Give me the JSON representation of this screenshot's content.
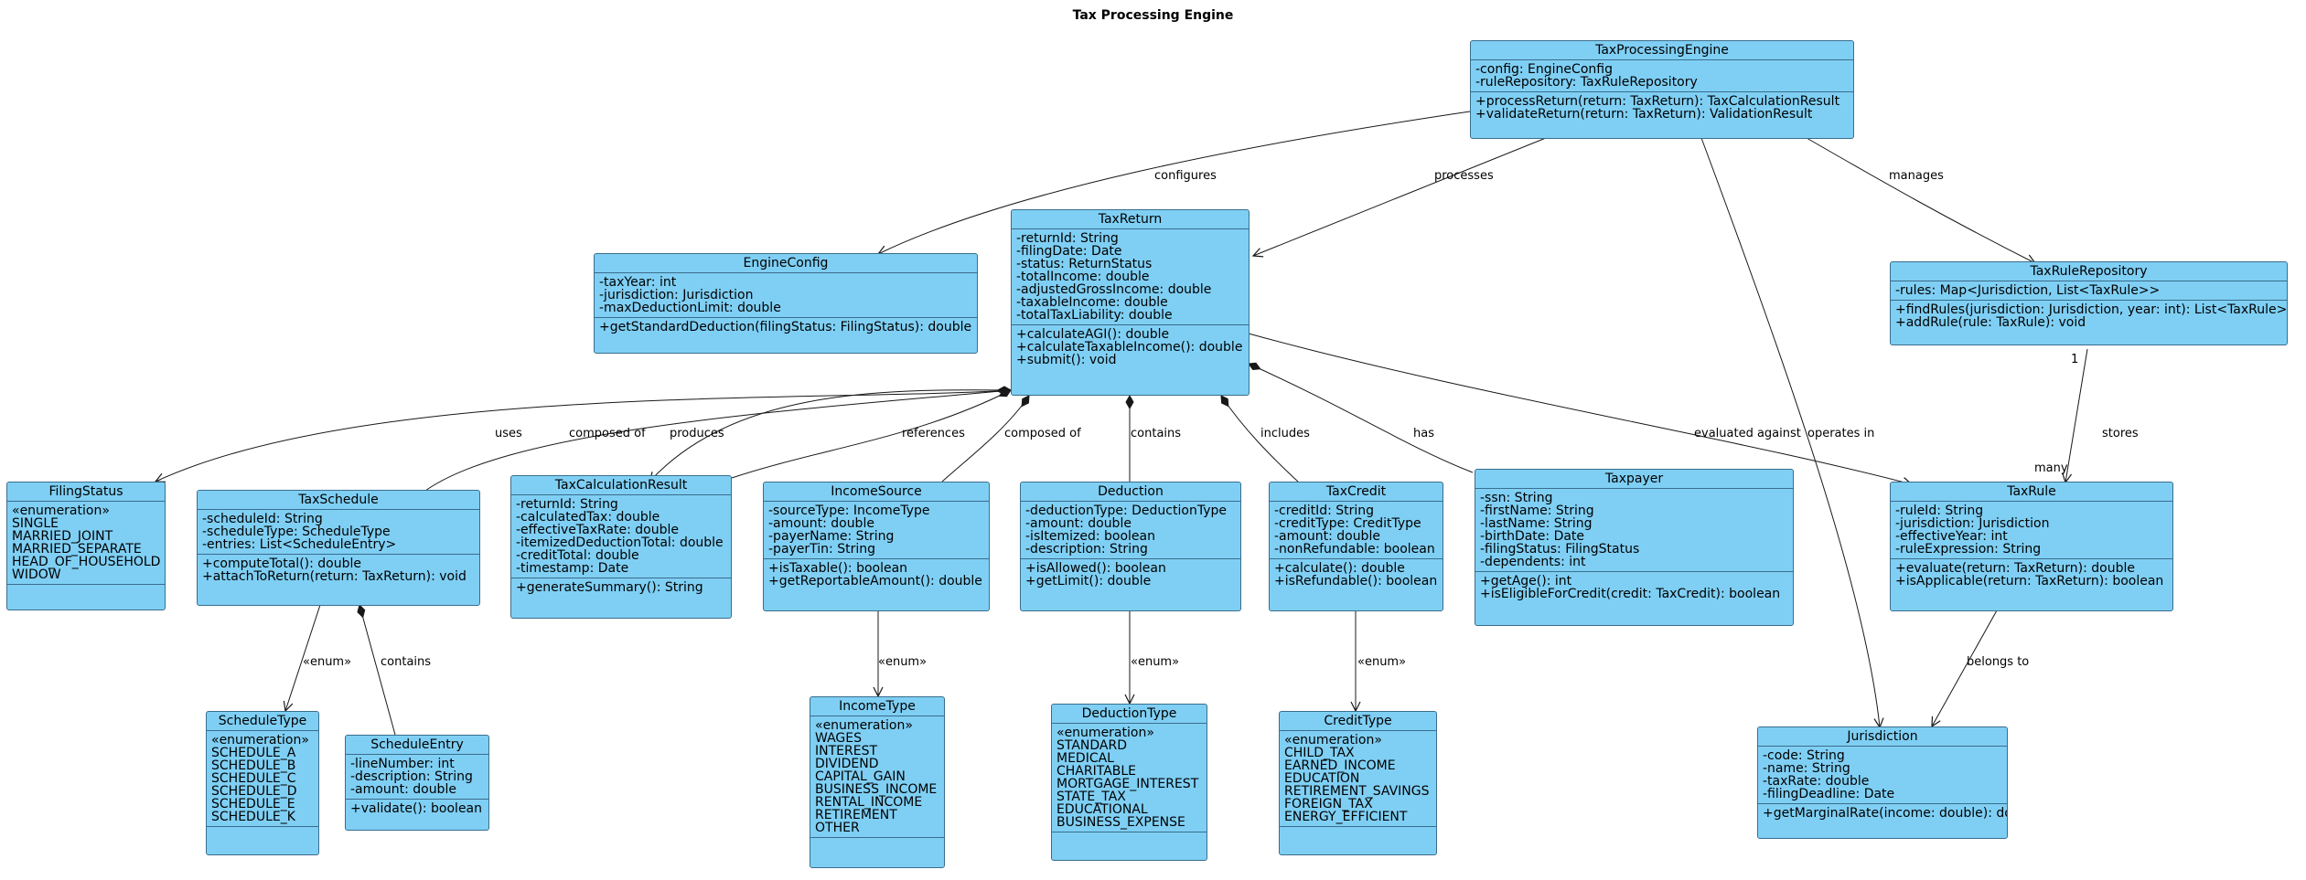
{
  "title": "Tax Processing Engine",
  "classes": {
    "engine": {
      "name": "TaxProcessingEngine",
      "attributes": [
        "-config: EngineConfig",
        "-ruleRepository: TaxRuleRepository"
      ],
      "methods": [
        "+processReturn(return: TaxReturn): TaxCalculationResult",
        "+validateReturn(return: TaxReturn): ValidationResult"
      ]
    },
    "config": {
      "name": "EngineConfig",
      "attributes": [
        "-taxYear: int",
        "-jurisdiction: Jurisdiction",
        "-maxDeductionLimit: double"
      ],
      "methods": [
        "+getStandardDeduction(filingStatus: FilingStatus): double"
      ]
    },
    "taxReturn": {
      "name": "TaxReturn",
      "attributes": [
        "-returnId: String",
        "-filingDate: Date",
        "-status: ReturnStatus",
        "-totalIncome: double",
        "-adjustedGrossIncome: double",
        "-taxableIncome: double",
        "-totalTaxLiability: double"
      ],
      "methods": [
        "+calculateAGI(): double",
        "+calculateTaxableIncome(): double",
        "+submit(): void"
      ]
    },
    "repo": {
      "name": "TaxRuleRepository",
      "attributes": [
        "-rules: Map<Jurisdiction, List<TaxRule>>"
      ],
      "methods": [
        "+findRules(jurisdiction: Jurisdiction, year: int): List<TaxRule>",
        "+addRule(rule: TaxRule): void"
      ]
    },
    "filingStatus": {
      "name": "FilingStatus",
      "stereotype": "«enumeration»",
      "values": [
        "SINGLE",
        "MARRIED_JOINT",
        "MARRIED_SEPARATE",
        "HEAD_OF_HOUSEHOLD",
        "WIDOW"
      ]
    },
    "schedule": {
      "name": "TaxSchedule",
      "attributes": [
        "-scheduleId: String",
        "-scheduleType: ScheduleType",
        "-entries: List<ScheduleEntry>"
      ],
      "methods": [
        "+computeTotal(): double",
        "+attachToReturn(return: TaxReturn): void"
      ]
    },
    "calcResult": {
      "name": "TaxCalculationResult",
      "attributes": [
        "-returnId: String",
        "-calculatedTax: double",
        "-effectiveTaxRate: double",
        "-itemizedDeductionTotal: double",
        "-creditTotal: double",
        "-timestamp: Date"
      ],
      "methods": [
        "+generateSummary(): String"
      ]
    },
    "income": {
      "name": "IncomeSource",
      "attributes": [
        "-sourceType: IncomeType",
        "-amount: double",
        "-payerName: String",
        "-payerTin: String"
      ],
      "methods": [
        "+isTaxable(): boolean",
        "+getReportableAmount(): double"
      ]
    },
    "deduction": {
      "name": "Deduction",
      "attributes": [
        "-deductionType: DeductionType",
        "-amount: double",
        "-isItemized: boolean",
        "-description: String"
      ],
      "methods": [
        "+isAllowed(): boolean",
        "+getLimit(): double"
      ]
    },
    "credit": {
      "name": "TaxCredit",
      "attributes": [
        "-creditId: String",
        "-creditType: CreditType",
        "-amount: double",
        "-nonRefundable: boolean"
      ],
      "methods": [
        "+calculate(): double",
        "+isRefundable(): boolean"
      ]
    },
    "taxpayer": {
      "name": "Taxpayer",
      "attributes": [
        "-ssn: String",
        "-firstName: String",
        "-lastName: String",
        "-birthDate: Date",
        "-filingStatus: FilingStatus",
        "-dependents: int"
      ],
      "methods": [
        "+getAge(): int",
        "+isEligibleForCredit(credit: TaxCredit): boolean"
      ]
    },
    "rule": {
      "name": "TaxRule",
      "attributes": [
        "-ruleId: String",
        "-jurisdiction: Jurisdiction",
        "-effectiveYear: int",
        "-ruleExpression: String"
      ],
      "methods": [
        "+evaluate(return: TaxReturn): double",
        "+isApplicable(return: TaxReturn): boolean"
      ]
    },
    "scheduleType": {
      "name": "ScheduleType",
      "stereotype": "«enumeration»",
      "values": [
        "SCHEDULE_A",
        "SCHEDULE_B",
        "SCHEDULE_C",
        "SCHEDULE_D",
        "SCHEDULE_E",
        "SCHEDULE_K"
      ]
    },
    "scheduleEntry": {
      "name": "ScheduleEntry",
      "attributes": [
        "-lineNumber: int",
        "-description: String",
        "-amount: double"
      ],
      "methods": [
        "+validate(): boolean"
      ]
    },
    "incomeType": {
      "name": "IncomeType",
      "stereotype": "«enumeration»",
      "values": [
        "WAGES",
        "INTEREST",
        "DIVIDEND",
        "CAPITAL_GAIN",
        "BUSINESS_INCOME",
        "RENTAL_INCOME",
        "RETIREMENT",
        "OTHER"
      ]
    },
    "deductionType": {
      "name": "DeductionType",
      "stereotype": "«enumeration»",
      "values": [
        "STANDARD",
        "MEDICAL",
        "CHARITABLE",
        "MORTGAGE_INTEREST",
        "STATE_TAX",
        "EDUCATIONAL",
        "BUSINESS_EXPENSE"
      ]
    },
    "creditType": {
      "name": "CreditType",
      "stereotype": "«enumeration»",
      "values": [
        "CHILD_TAX",
        "EARNED_INCOME",
        "EDUCATION",
        "RETIREMENT_SAVINGS",
        "FOREIGN_TAX",
        "ENERGY_EFFICIENT"
      ]
    },
    "jurisdiction": {
      "name": "Jurisdiction",
      "attributes": [
        "-code: String",
        "-name: String",
        "-taxRate: double",
        "-filingDeadline: Date"
      ],
      "methods": [
        "+getMarginalRate(income: double): double"
      ]
    }
  },
  "relations": [
    {
      "label": "configures"
    },
    {
      "label": "processes"
    },
    {
      "label": "manages"
    },
    {
      "label": "operates in"
    },
    {
      "label": "uses"
    },
    {
      "label": "composed of"
    },
    {
      "label": "produces"
    },
    {
      "label": "references"
    },
    {
      "label": "composed of"
    },
    {
      "label": "contains"
    },
    {
      "label": "includes"
    },
    {
      "label": "has"
    },
    {
      "label": "evaluated against"
    },
    {
      "label": "stores",
      "source_multiplicity": "1",
      "target_multiplicity": "many"
    },
    {
      "label": "«enum»"
    },
    {
      "label": "contains"
    },
    {
      "label": "«enum»"
    },
    {
      "label": "«enum»"
    },
    {
      "label": "«enum»"
    },
    {
      "label": "belongs to"
    }
  ]
}
